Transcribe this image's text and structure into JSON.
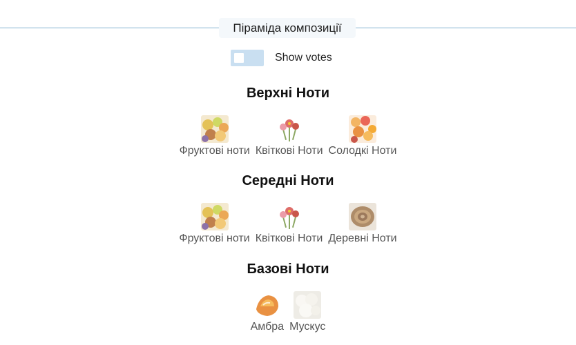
{
  "pyramid": {
    "title": "Піраміда композиції",
    "toggle_label": "Show votes",
    "toggle_on": false
  },
  "tiers": [
    {
      "title": "Верхні Ноти",
      "notes": [
        {
          "label": "Фруктові ноти",
          "icon": "fruit-notes-icon"
        },
        {
          "label": "Квіткові Ноти",
          "icon": "floral-notes-icon"
        },
        {
          "label": "Солодкі Ноти",
          "icon": "sweet-notes-icon"
        }
      ]
    },
    {
      "title": "Середні Ноти",
      "notes": [
        {
          "label": "Фруктові ноти",
          "icon": "fruit-notes-icon"
        },
        {
          "label": "Квіткові Ноти",
          "icon": "floral-notes-icon"
        },
        {
          "label": "Деревні Ноти",
          "icon": "woody-notes-icon"
        }
      ]
    },
    {
      "title": "Базові Ноти",
      "notes": [
        {
          "label": "Амбра",
          "icon": "amber-icon"
        },
        {
          "label": "Мускус",
          "icon": "musk-icon"
        }
      ]
    }
  ],
  "colors": {
    "divider": "#7fb0cf",
    "toggle_track": "#c9dff1",
    "note_label": "#555555"
  }
}
